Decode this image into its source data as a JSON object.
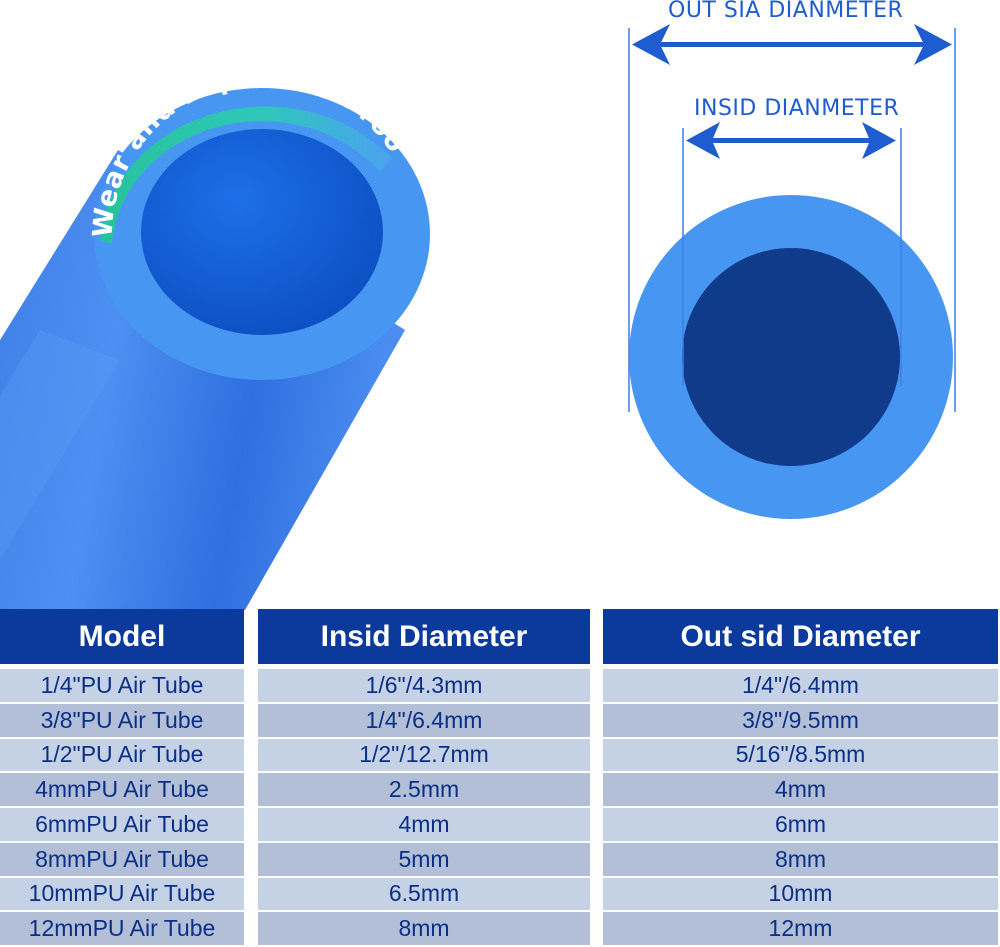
{
  "illustration": {
    "tube_label": "Wear and Explosion-Proof",
    "outer_label": "OUT SIA DIANMETER",
    "inner_label": "INSID DIANMETER"
  },
  "colors": {
    "tube_blue": "#3f86f3",
    "tube_inner": "#0f3b8a",
    "header_bg": "#0c3a9c",
    "row_light": "#c5d1e5",
    "row_dark": "#b2bfd6",
    "text_dark": "#0b2f86",
    "arrow_blue": "#1f5ccf"
  },
  "table": {
    "headers": [
      "Model",
      "Insid Diameter",
      "Out sid Diameter"
    ],
    "rows": [
      [
        "1/4\"PU Air Tube",
        "1/6\"/4.3mm",
        "1/4\"/6.4mm"
      ],
      [
        "3/8\"PU Air Tube",
        "1/4\"/6.4mm",
        "3/8\"/9.5mm"
      ],
      [
        "1/2\"PU Air Tube",
        "1/2\"/12.7mm",
        "5/16\"/8.5mm"
      ],
      [
        "4mmPU Air Tube",
        "2.5mm",
        "4mm"
      ],
      [
        "6mmPU Air Tube",
        "4mm",
        "6mm"
      ],
      [
        "8mmPU Air Tube",
        "5mm",
        "8mm"
      ],
      [
        "10mmPU Air Tube",
        "6.5mm",
        "10mm"
      ],
      [
        "12mmPU Air Tube",
        "8mm",
        "12mm"
      ]
    ]
  }
}
